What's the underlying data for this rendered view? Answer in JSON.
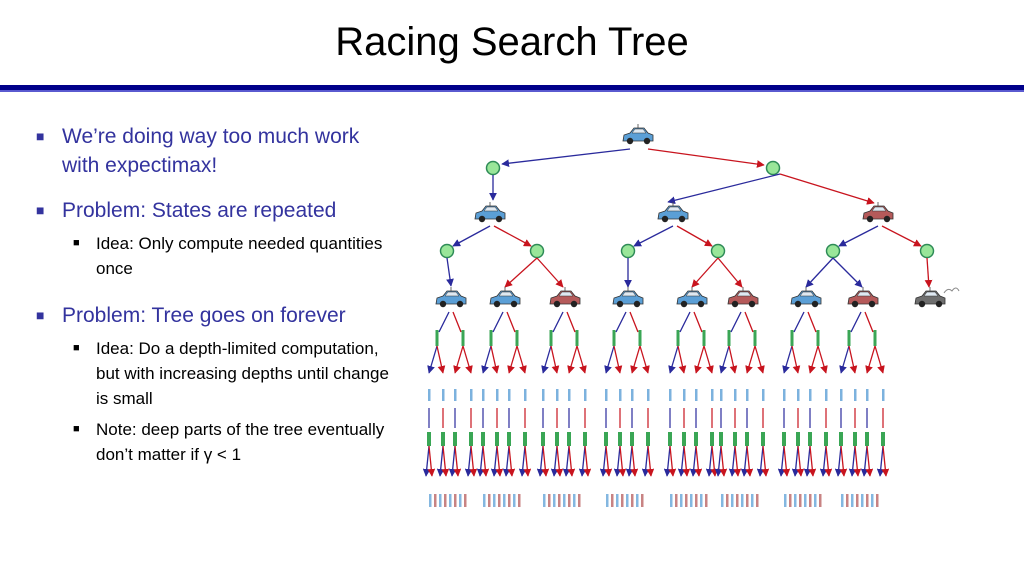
{
  "slide": {
    "title": "Racing Search Tree"
  },
  "bullets": [
    {
      "text": "We’re doing way too much work with expectimax!"
    },
    {
      "text": "Problem: States are repeated",
      "sub": [
        "Idea: Only compute needed quantities once"
      ]
    },
    {
      "text": "Problem: Tree goes on forever",
      "sub": [
        "Idea: Do a depth-limited computation, but with increasing depths until change is small",
        "Note: deep parts of the tree eventually don’t matter if γ < 1"
      ]
    }
  ],
  "colors": {
    "header_rule": "#00008a",
    "bullet_text": "#33339e",
    "chance_node_fill": "#99e699",
    "chance_node_stroke": "#2e8b57",
    "edge_blue": "#2a2a9c",
    "edge_red": "#c8141e",
    "car_blue": "#5b9fd6",
    "car_red": "#b55a5a",
    "car_gray": "#6f6f6f",
    "green_segment": "#3aa655"
  },
  "tree": {
    "icons": {
      "state": "race-car-icon",
      "chance": "chance-node-icon"
    },
    "level1_state_colors": [
      "blue",
      "blue",
      "red"
    ],
    "level2_state_colors": [
      "blue",
      "blue",
      "red",
      "blue",
      "blue",
      "red",
      "blue",
      "red",
      "gray"
    ]
  }
}
